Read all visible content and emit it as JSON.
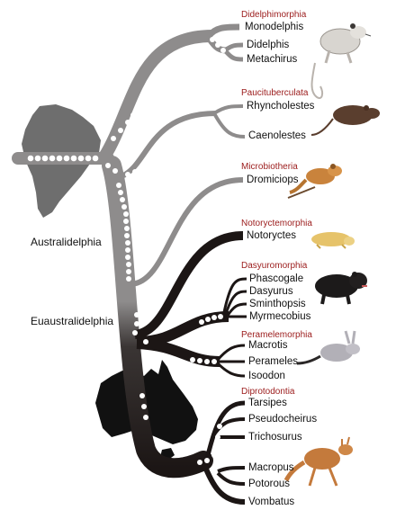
{
  "clades": {
    "australidelphia": "Australidelphia",
    "euaustralidelphia": "Euaustralidelphia"
  },
  "orders": {
    "didelphimorphia": "Didelphimorphia",
    "paucituberculata": "Paucituberculata",
    "microbiotheria": "Microbiotheria",
    "notoryctemorphia": "Notoryctemorphia",
    "dasyuromorphia": "Dasyuromorphia",
    "peramelemorphia": "Peramelemorphia",
    "diprotodontia": "Diprotodontia"
  },
  "genera": {
    "monodelphis": "Monodelphis",
    "didelphis": "Didelphis",
    "metachirus": "Metachirus",
    "rhyncholestes": "Rhyncholestes",
    "caenolestes": "Caenolestes",
    "dromiciops": "Dromiciops",
    "notoryctes": "Notoryctes",
    "phascogale": "Phascogale",
    "dasyurus": "Dasyurus",
    "sminthopsis": "Sminthopsis",
    "myrmecobius": "Myrmecobius",
    "macrotis": "Macrotis",
    "perameles": "Perameles",
    "isoodon": "Isoodon",
    "tarsipes": "Tarsipes",
    "pseudocheirus": "Pseudocheirus",
    "trichosurus": "Trichosurus",
    "macropus": "Macropus",
    "potorous": "Potorous",
    "vombatus": "Vombatus"
  },
  "colors": {
    "south_america_lineage": "#8e8c8c",
    "australia_lineage": "#1c1615",
    "order_label": "#9b1b1b",
    "continent_south_america": "#6e6e6e",
    "continent_australia": "#111111",
    "marker_dot": "#ffffff"
  }
}
